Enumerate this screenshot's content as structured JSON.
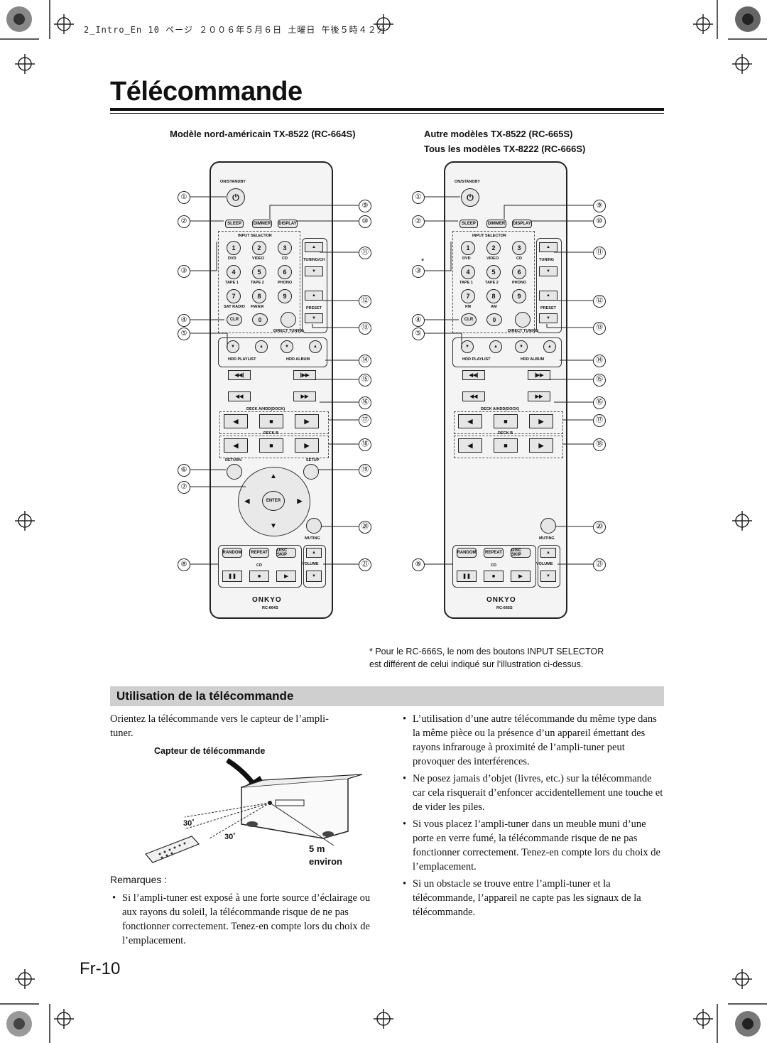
{
  "header_line": "2_Intro_En 10 ページ ２００６年５月６日 土曜日 午後５時４２分",
  "title": "Télécommande",
  "caption_left": "Modèle nord-américain TX-8522 (RC-664S)",
  "caption_right_1": "Autre modèles TX-8522 (RC-665S)",
  "caption_right_2": "Tous les modèles TX-8222 (RC-666S)",
  "remote_left": {
    "on_standby": "ON/STANDBY",
    "sleep": "SLEEP",
    "dimmer": "DIMMER",
    "display": "DISPLAY",
    "input_selector": "INPUT SELECTOR",
    "row1": [
      "1",
      "2",
      "3"
    ],
    "row1_labels": [
      "DVD",
      "VIDEO",
      "CD"
    ],
    "tuning": "TUNING/CH",
    "row2": [
      "4",
      "5",
      "6"
    ],
    "row2_labels": [
      "TAPE 1",
      "TAPE 2",
      "PHONO"
    ],
    "row3": [
      "7",
      "8",
      "9"
    ],
    "row3_labels": [
      "SAT RADIO",
      "FM/AM"
    ],
    "preset": "PRESET",
    "clr": "CLR",
    "zero": "0",
    "direct_tuning": "DIRECT TUNING",
    "hdd_playlist": "HDD PLAYLIST",
    "hdd_album": "HDD ALBUM",
    "deck_a": "DECK A/HDD(DOCK)",
    "deck_b": "DECK B",
    "return": "RETURN",
    "setup": "SETUP",
    "enter": "ENTER",
    "muting": "MUTING",
    "random": "RANDOM",
    "repeat": "REPEAT",
    "disc_skip": "DISC SKIP",
    "cd": "CD",
    "volume": "VOLUME",
    "brand": "ONKYO",
    "model": "RC-664S"
  },
  "remote_right": {
    "on_standby": "ON/STANDBY",
    "sleep": "SLEEP",
    "dimmer": "DIMMER",
    "display": "DISPLAY",
    "input_selector": "INPUT SELECTOR",
    "row1": [
      "1",
      "2",
      "3"
    ],
    "row1_labels": [
      "DVD",
      "VIDEO",
      "CD"
    ],
    "tuning": "TUNING",
    "row2": [
      "4",
      "5",
      "6"
    ],
    "row2_labels": [
      "TAPE 1",
      "TAPE 2",
      "PHONO"
    ],
    "row3": [
      "7",
      "8",
      "9"
    ],
    "row3_labels": [
      "FM",
      "AM"
    ],
    "preset": "PRESET",
    "clr": "CLR",
    "zero": "0",
    "direct_tuning": "DIRECT TUNING",
    "hdd_playlist": "HDD PLAYLIST",
    "hdd_album": "HDD ALBUM",
    "deck_a": "DECK A/HDD(DOCK)",
    "deck_b": "DECK B",
    "muting": "MUTING",
    "random": "RANDOM",
    "repeat": "REPEAT",
    "disc_skip": "DISC SKIP",
    "cd": "CD",
    "volume": "VOLUME",
    "brand": "ONKYO",
    "model": "RC-665S"
  },
  "callouts_left": [
    "①",
    "②",
    "③",
    "④",
    "⑤",
    "⑥",
    "⑦",
    "⑧"
  ],
  "callouts_right": [
    "⑨",
    "⑩",
    "⑪",
    "⑫",
    "⑬",
    "⑭",
    "⑮",
    "⑯",
    "⑰",
    "⑱",
    "⑲",
    "⑳",
    "㉑"
  ],
  "asterisk": "*",
  "footnote_line1": "* Pour le RC-666S, le nom des boutons INPUT SELECTOR",
  "footnote_line2": "est différent de celui indiqué sur l’illustration ci-dessus.",
  "section_title": "Utilisation de la télécommande",
  "intro_line1": "Orientez la télécommande vers le capteur de l’ampli-",
  "intro_line2": "tuner.",
  "sensor_caption": "Capteur de télécommande",
  "angle_1": "30˚",
  "angle_2": "30˚",
  "distance": "5 m",
  "distance_note": "environ",
  "remarks_title": "Remarques :",
  "remarks_left": "Si l’ampli-tuner est exposé à une forte source d’éclairage ou aux rayons du soleil, la télécommande risque de ne pas fonctionner correctement. Tenez-en compte lors du choix de l’emplacement.",
  "bullets_right": [
    "L’utilisation d’une autre télécommande du même type dans la même pièce ou la présence d’un appareil émettant des rayons infrarouge à proximité de l’ampli-tuner peut provoquer des interférences.",
    "Ne posez jamais d’objet (livres, etc.) sur la télécommande car cela risquerait d’enfoncer accidentellement une touche et de vider les piles.",
    "Si vous placez l’ampli-tuner dans un meuble muni d’une porte en verre fumé, la télécommande risque de ne pas fonctionner correctement. Tenez-en compte lors du choix de l’emplacement.",
    "Si un obstacle se trouve entre l’ampli-tuner et la télécommande, l’appareil ne capte pas les signaux de la télécommande."
  ],
  "page_number": "Fr-10"
}
